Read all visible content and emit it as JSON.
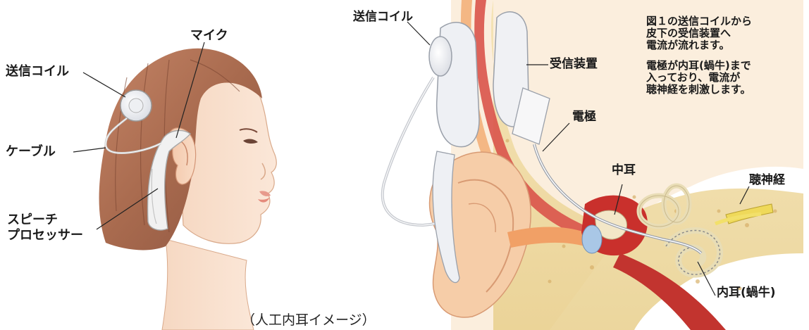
{
  "left_labels": {
    "transmit_coil": "送信コイル",
    "mic": "マイク",
    "cable": "ケーブル",
    "speech_processor_line1": "スピーチ",
    "speech_processor_line2": "プロセッサー"
  },
  "right_labels": {
    "transmit_coil": "送信コイル",
    "receiver": "受信装置",
    "electrode": "電極",
    "middle_ear": "中耳",
    "auditory_nerve": "聴神経",
    "inner_ear": "内耳(蝸牛)"
  },
  "description": {
    "paragraph1": [
      "図１の送信コイルから",
      "皮下の受信装置へ",
      "電流が流れます。"
    ],
    "paragraph2": [
      "電極が内耳(蝸牛)まで",
      "入っており、電流が",
      "聴神経を刺激します。"
    ]
  },
  "caption": "（人工内耳イメージ）"
}
